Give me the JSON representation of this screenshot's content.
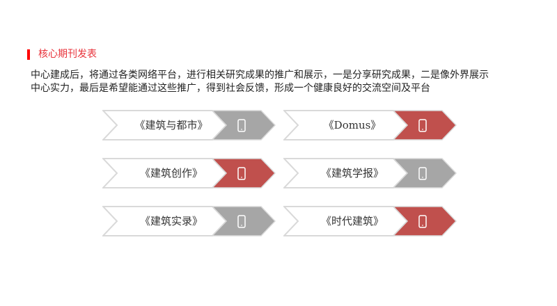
{
  "section": {
    "title": "核心期刊发表",
    "accent_color": "#ff0000"
  },
  "description": {
    "line1": "中心建成后，将通过各类网络平台，进行相关研究成果的推广和展示，一是分享研究成果，二是像外界展示",
    "line2": "中心实力，最后是希望能通过这些推广，得到社会反馈，形成一个健康良好的交流空间及平台"
  },
  "journals": [
    {
      "label": "《建筑与都市》",
      "icon": "mobile-phone-icon",
      "color": "#a6a6a6"
    },
    {
      "label": "《Domus》",
      "icon": "mobile-phone-icon",
      "color": "#c0504d"
    },
    {
      "label": "《建筑创作》",
      "icon": "mobile-phone-icon",
      "color": "#c0504d"
    },
    {
      "label": "《建筑学报》",
      "icon": "mobile-phone-icon",
      "color": "#a6a6a6"
    },
    {
      "label": "《建筑实录》",
      "icon": "mobile-phone-icon",
      "color": "#a6a6a6"
    },
    {
      "label": "《时代建筑》",
      "icon": "mobile-phone-icon",
      "color": "#c0504d"
    }
  ]
}
